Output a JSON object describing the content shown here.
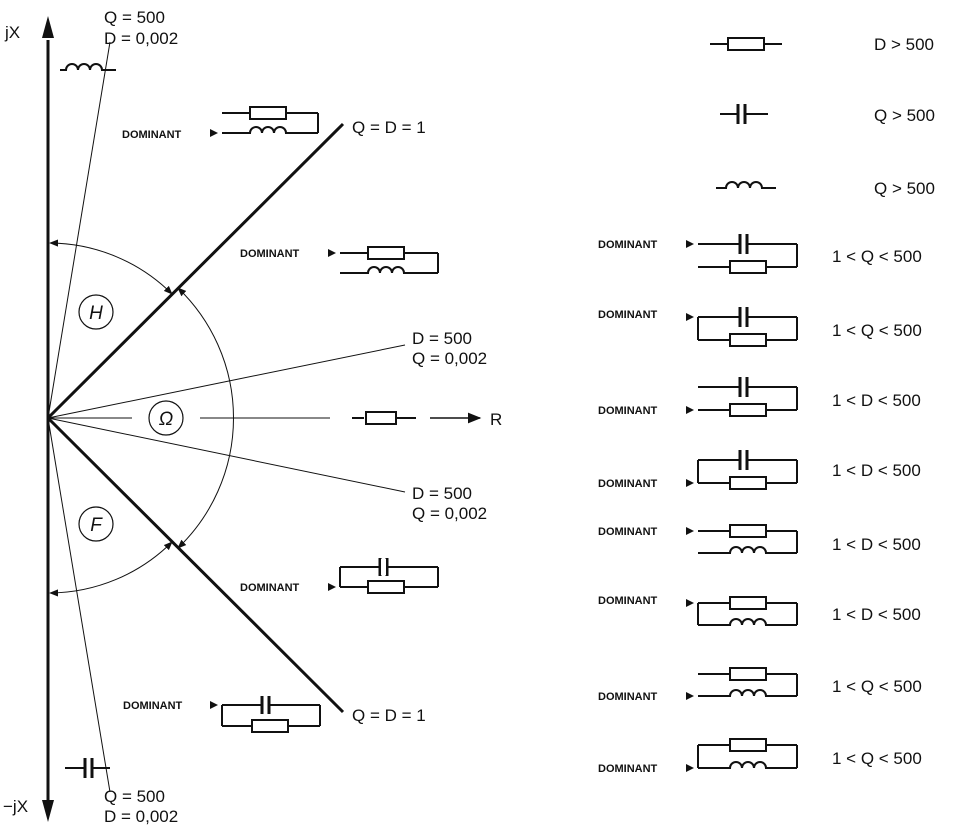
{
  "axes": {
    "jx_positive": "jX",
    "jx_negative": "−jX",
    "r": "R"
  },
  "regions": {
    "h": "H",
    "omega": "Ω",
    "f": "F"
  },
  "lines": {
    "q_d_1_top": "Q = D = 1",
    "q_d_1_bottom": "Q = D = 1",
    "top_q": "Q = 500",
    "top_d": "D = 0,002",
    "bottom_q": "Q = 500",
    "bottom_d": "D = 0,002",
    "upper_d": "D = 500",
    "upper_q": "Q = 0,002",
    "lower_d": "D = 500",
    "lower_q": "Q = 0,002"
  },
  "dominant": "DOMINANT",
  "legend": [
    {
      "symbol": "resistor",
      "condition": "D > 500"
    },
    {
      "symbol": "capacitor",
      "condition": "Q > 500"
    },
    {
      "symbol": "inductor",
      "condition": "Q > 500"
    },
    {
      "symbol": "series-C-R-dominant-C",
      "condition": "1 < Q < 500"
    },
    {
      "symbol": "parallel-C-R-dominant-C",
      "condition": "1 < Q < 500"
    },
    {
      "symbol": "series-C-R-dominant-R",
      "condition": "1 < D < 500"
    },
    {
      "symbol": "parallel-C-R-dominant-R",
      "condition": "1 < D < 500"
    },
    {
      "symbol": "series-R-L-dominant-R",
      "condition": "1 < D < 500"
    },
    {
      "symbol": "parallel-R-L-dominant-R",
      "condition": "1 < D < 500"
    },
    {
      "symbol": "series-R-L-dominant-L",
      "condition": "1 < Q < 500"
    },
    {
      "symbol": "parallel-R-L-dominant-L",
      "condition": "1 < Q < 500"
    }
  ]
}
